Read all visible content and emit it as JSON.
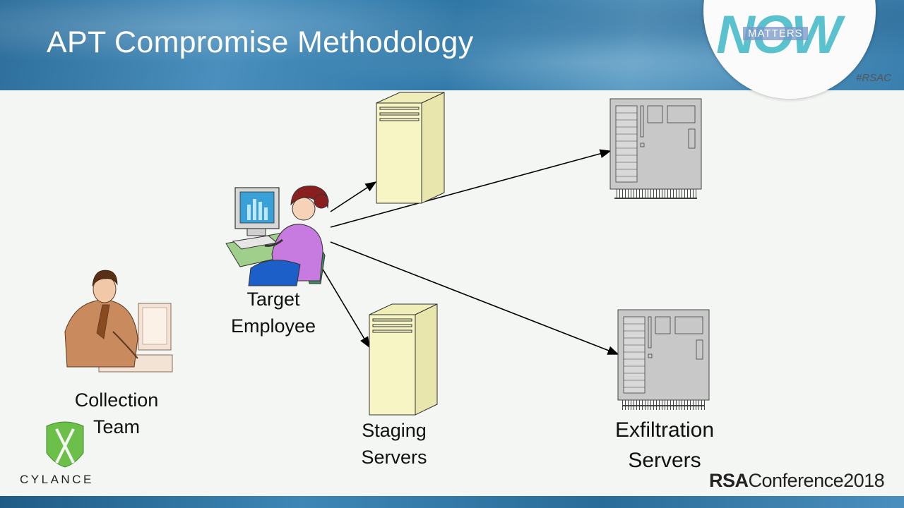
{
  "slide": {
    "title": "APT Compromise Methodology",
    "hashtag": "#RSAC"
  },
  "badge": {
    "now_text": "NOW",
    "matters_text": "MATTERS"
  },
  "nodes": {
    "target_employee": {
      "line1": "Target",
      "line2": "Employee"
    },
    "collection_team": {
      "line1": "Collection",
      "line2": "Team"
    },
    "staging_servers": {
      "line1": "Staging",
      "line2": "Servers"
    },
    "exfiltration_servers": {
      "line1": "Exfiltration",
      "line2": "Servers"
    }
  },
  "footer": {
    "cylance": "CYLANCE",
    "rsa_bold": "RSA",
    "rsa_rest": "Conference2018"
  },
  "colors": {
    "header_blue": "#2f79a9",
    "tower_yellow": "#f7f5c4",
    "mainframe_gray": "#c8c8c8",
    "cylance_green": "#6cc04a",
    "employee_shirt": "#c77be0"
  }
}
